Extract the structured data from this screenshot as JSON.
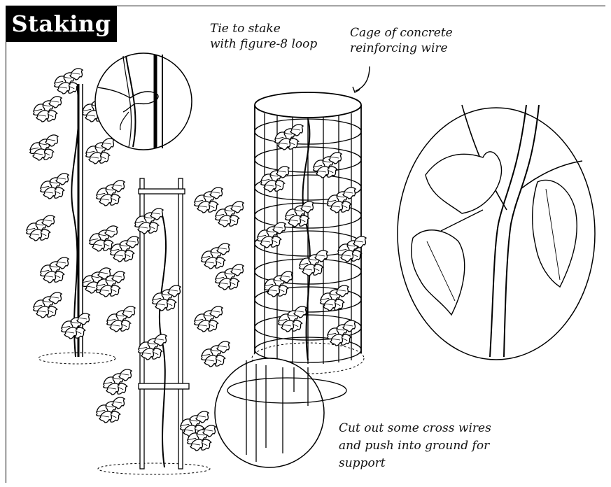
{
  "title": "Staking",
  "labels": {
    "tie_line1": "Tie to stake",
    "tie_line2": "with figure-8 loop",
    "cage_line1": "Cage of concrete",
    "cage_line2": "reinforcing wire",
    "cut_line1": "Cut out some cross wires",
    "cut_line2": "and push into ground for",
    "cut_line3": "support"
  }
}
